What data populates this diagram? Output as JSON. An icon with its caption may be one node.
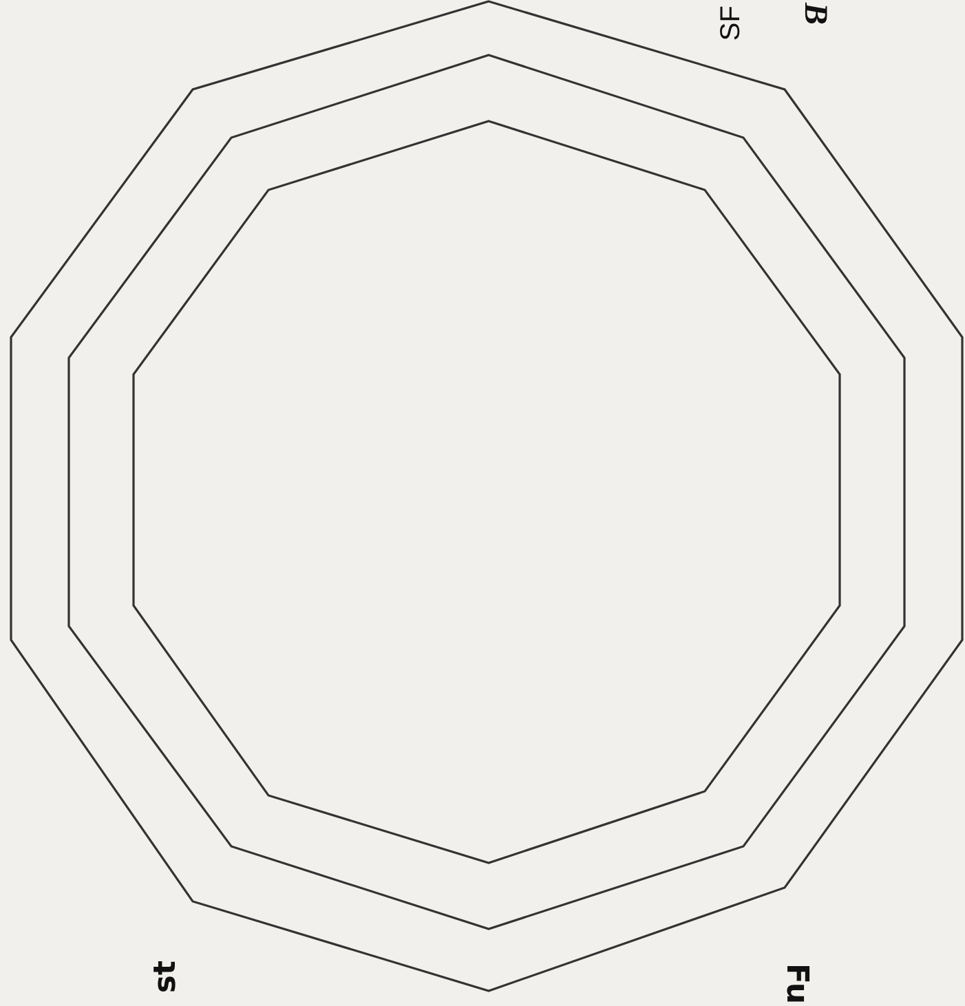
{
  "diagram": {
    "labels": [
      "SF",
      "B",
      "st",
      "Fu"
    ]
  }
}
